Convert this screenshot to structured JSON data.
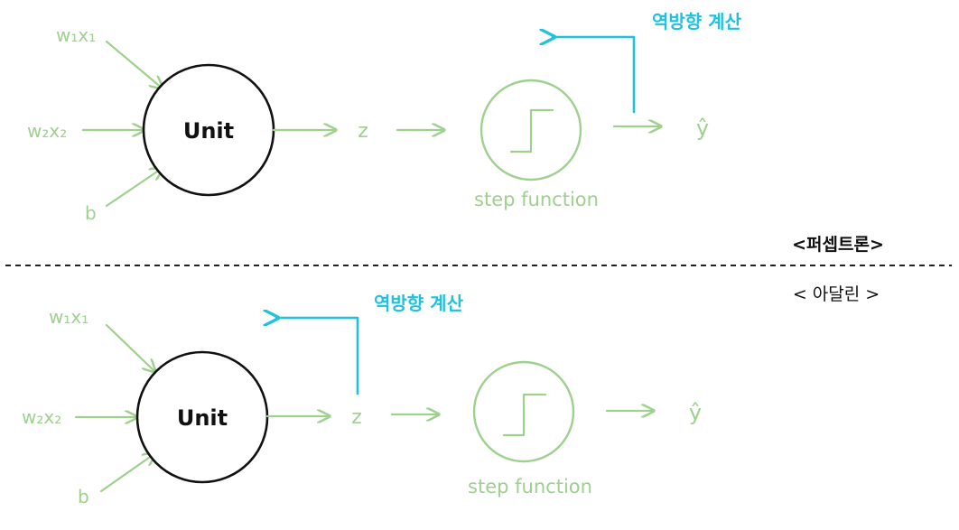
{
  "colors": {
    "green": "#9ed08e",
    "cyan": "#1fc2dd",
    "black": "#111111"
  },
  "top": {
    "inputs": [
      "w₁x₁",
      "w₂x₂",
      "b"
    ],
    "unit_label": "Unit",
    "z_label": "z",
    "step_label": "step function",
    "output_label": "ŷ",
    "backprop_label": "역방향 계산",
    "title": "<퍼셉트론>"
  },
  "bottom": {
    "inputs": [
      "w₁x₁",
      "w₂x₂",
      "b"
    ],
    "unit_label": "Unit",
    "z_label": "z",
    "step_label": "step function",
    "output_label": "ŷ",
    "backprop_label": "역방향 계산",
    "title": "< 아달린 >"
  }
}
